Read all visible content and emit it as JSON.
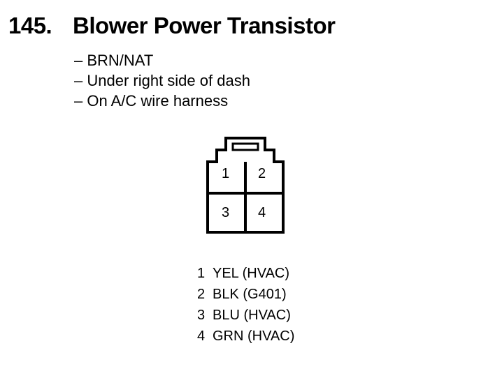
{
  "title": {
    "number": "145.",
    "text": "Blower Power Transistor"
  },
  "details": [
    "– BRN/NAT",
    "– Under right side of dash",
    "– On A/C wire harness"
  ],
  "connector": {
    "pins": [
      "1",
      "2",
      "3",
      "4"
    ]
  },
  "pinout": [
    {
      "pin": "1",
      "wire": "YEL (HVAC)"
    },
    {
      "pin": "2",
      "wire": "BLK (G401)"
    },
    {
      "pin": "3",
      "wire": "BLU (HVAC)"
    },
    {
      "pin": "4",
      "wire": "GRN (HVAC)"
    }
  ]
}
